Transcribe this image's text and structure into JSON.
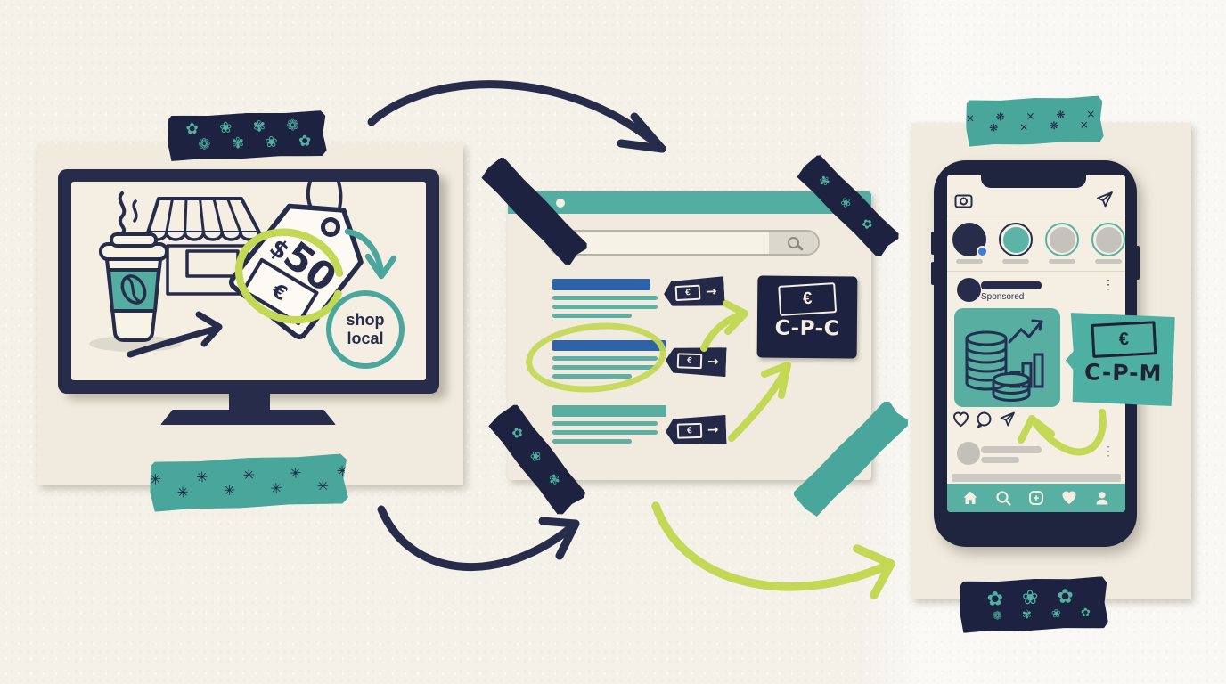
{
  "colors": {
    "navy": "#272c4b",
    "navy_deep": "#1d2240",
    "teal": "#53ada0",
    "teal_tape": "#48a79a",
    "lime": "#c3d854",
    "blue": "#2f63a7",
    "cream": "#f0ebde",
    "screen_cream": "#f4efe2",
    "paper": "#f4f1e9",
    "gray": "#c7c4bd",
    "badge_blue": "#3b7fd4"
  },
  "left_panel": {
    "price_currency": "$",
    "price_amount": "50",
    "banknote_euro": "€",
    "shop_local_top": "shop",
    "shop_local_bottom": "local"
  },
  "middle_panel": {
    "euro": "€",
    "arrow": "→",
    "cpc_label": "C-P-C"
  },
  "right_panel": {
    "sponsored_label": "Sponsored",
    "cpm_label": "C-P-M",
    "euro": "€"
  },
  "icons": {
    "more_vertical": "⋮"
  },
  "tapes": {
    "floral_row_a": "✿ ❀ ✾ ❁",
    "floral_row_b": "❁ ✾ ❀ ✿",
    "burst_row_a": "✳ ✳ ✳ ✳ ✳",
    "burst_row_b": "✳ ✳ ✳ ✳",
    "cross_row_a": "× ❋ × ❋ × ❋",
    "cross_row_b": "❋ × ❋ × ❋",
    "leaf_row": "✾ ❀ ✿",
    "floral_small_row": "✿ ❀ ✾",
    "floral_big_row": "✿ ❀ ✿"
  }
}
